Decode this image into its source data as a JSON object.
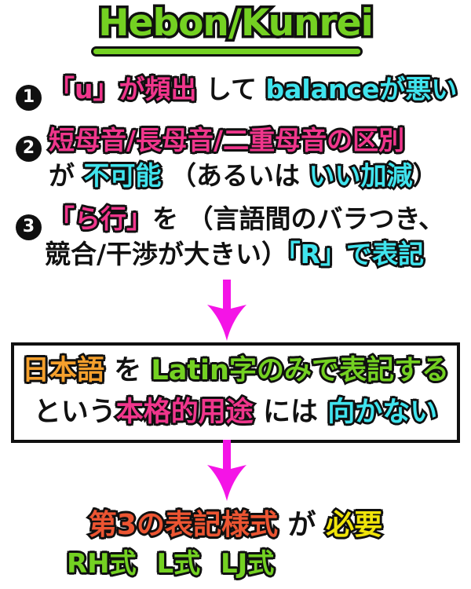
{
  "title": {
    "text": "Hebon/Kunrei"
  },
  "colors": {
    "green": "#74d122",
    "pink": "#f0368c",
    "cyan": "#40e4ee",
    "orange": "#f5a02d",
    "red_orange": "#ec5532",
    "yellow": "#f0e40a",
    "arrow_magenta": "#f414e6",
    "outline_black": "#101010"
  },
  "icons": {
    "arrow": "down-arrow"
  },
  "items": [
    {
      "number": "1",
      "rows": [
        {
          "segments": [
            {
              "text": "「u」が頻出"
            },
            {
              "text": " して "
            },
            {
              "text": "balanceが悪い"
            }
          ]
        }
      ]
    },
    {
      "number": "2",
      "rows": [
        {
          "segments": [
            {
              "text": "短母音/長母音/二重母音の区別"
            }
          ]
        },
        {
          "segments": [
            {
              "text": "が "
            },
            {
              "text": "不可能"
            },
            {
              "text": " （あるいは "
            },
            {
              "text": "いい加減"
            },
            {
              "text": "）"
            }
          ]
        }
      ]
    },
    {
      "number": "3",
      "rows": [
        {
          "segments": [
            {
              "text": "「ら行」"
            },
            {
              "text": "を （言語間のバラつき、"
            }
          ]
        },
        {
          "segments": [
            {
              "text": "競合/干渉が大きい）"
            },
            {
              "text": "「R」で表記"
            }
          ]
        }
      ]
    }
  ],
  "box": {
    "rows": [
      {
        "segments": [
          {
            "text": "日本語"
          },
          {
            "text": " を "
          },
          {
            "text": "Latin字のみで表記する"
          }
        ]
      },
      {
        "segments": [
          {
            "text": "という"
          },
          {
            "text": "本格的用途"
          },
          {
            "text": " には "
          },
          {
            "text": "向かない"
          }
        ]
      }
    ]
  },
  "conclusion": {
    "rows": [
      {
        "segments": [
          {
            "text": "第3の表記様式"
          },
          {
            "text": " が "
          },
          {
            "text": "必要"
          }
        ]
      },
      {
        "segments": [
          {
            "text": "RH式 L式 LJ式"
          }
        ]
      }
    ]
  }
}
